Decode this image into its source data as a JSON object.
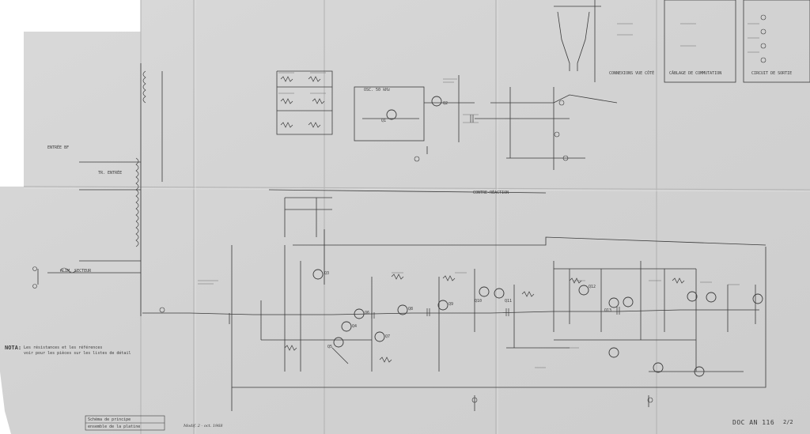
{
  "document": {
    "note_prefix": "NOTA:",
    "note_line1": "Les résistances et les références",
    "note_line2": "voir pour les pièces sur les listes de détail",
    "drawing_number": "DOC  AN  116",
    "sheet_ref": "2/2",
    "handwritten_note": "Modif. 2 - oct. 1968",
    "title_block_line1": "Schéma de principe",
    "title_block_line2": "ensemble de la platine"
  },
  "blocks": {
    "input_block": "ENTRÉE BF",
    "oscillator_label": "OSC. 50 kHz",
    "feedback_label": "CONTRE-RÉACTION",
    "power_label": "ALIM. SECTEUR",
    "input_transformer": "TR. ENTRÉE"
  },
  "boxes": {
    "box1": "CONNEXIONS VUE CÔTÉ",
    "box2": "CÂBLAGE DE COMMUTATION",
    "box3": "CIRCUIT DE SORTIE"
  },
  "components": {
    "q1": "Q1",
    "q2": "Q2",
    "q3": "Q3",
    "q4": "Q4",
    "q5": "Q5",
    "q6": "Q6",
    "q7": "Q7",
    "q8": "Q8",
    "q9": "Q9",
    "q10": "Q10",
    "q11": "Q11",
    "q12": "Q12",
    "q13": "Q13"
  },
  "colors": {
    "paper": "#d6d6d6",
    "paper_shade": "#cbcbcb",
    "ink": "#3a3a3a",
    "fold": "#b6b6b6"
  }
}
